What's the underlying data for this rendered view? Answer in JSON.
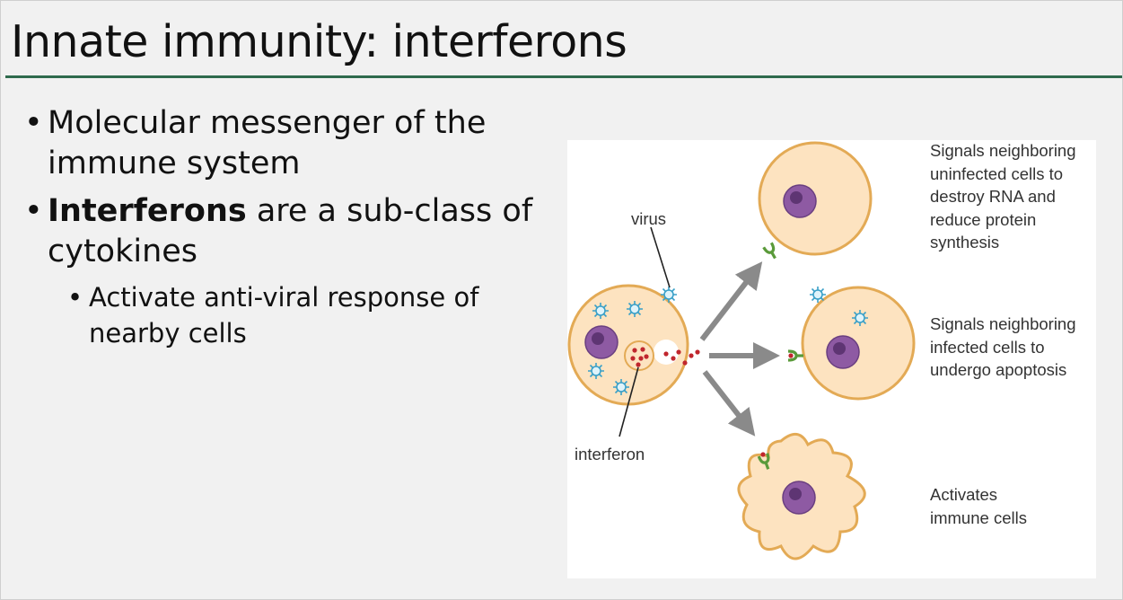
{
  "slide": {
    "title": "Innate immunity: interferons",
    "bullets": [
      {
        "level": 1,
        "bold": "",
        "text": "Molecular messenger of the immune system"
      },
      {
        "level": 1,
        "bold": "Interferons",
        "text": " are a sub-class of cytokines"
      },
      {
        "level": 2,
        "bold": "",
        "text": "Activate anti-viral response of nearby cells"
      }
    ],
    "bullet_char": "•"
  },
  "figure": {
    "label_virus": "virus",
    "label_interferon": "interferon",
    "caption_top": "Signals neighboring\nuninfected cells to\ndestroy RNA and\nreduce protein\nsynthesis",
    "caption_middle": "Signals neighboring\ninfected cells to\nundergo apoptosis",
    "caption_bottom": "Activates\nimmune cells",
    "colors": {
      "cell_fill": "#fde3c0",
      "cell_outline": "#e3aa55",
      "nucleus": "#8e5aa3",
      "virus": "#3aa0c8",
      "interferon": "#c0262d",
      "receptor": "#5a9a3a",
      "arrow": "#8a8a8a"
    }
  }
}
